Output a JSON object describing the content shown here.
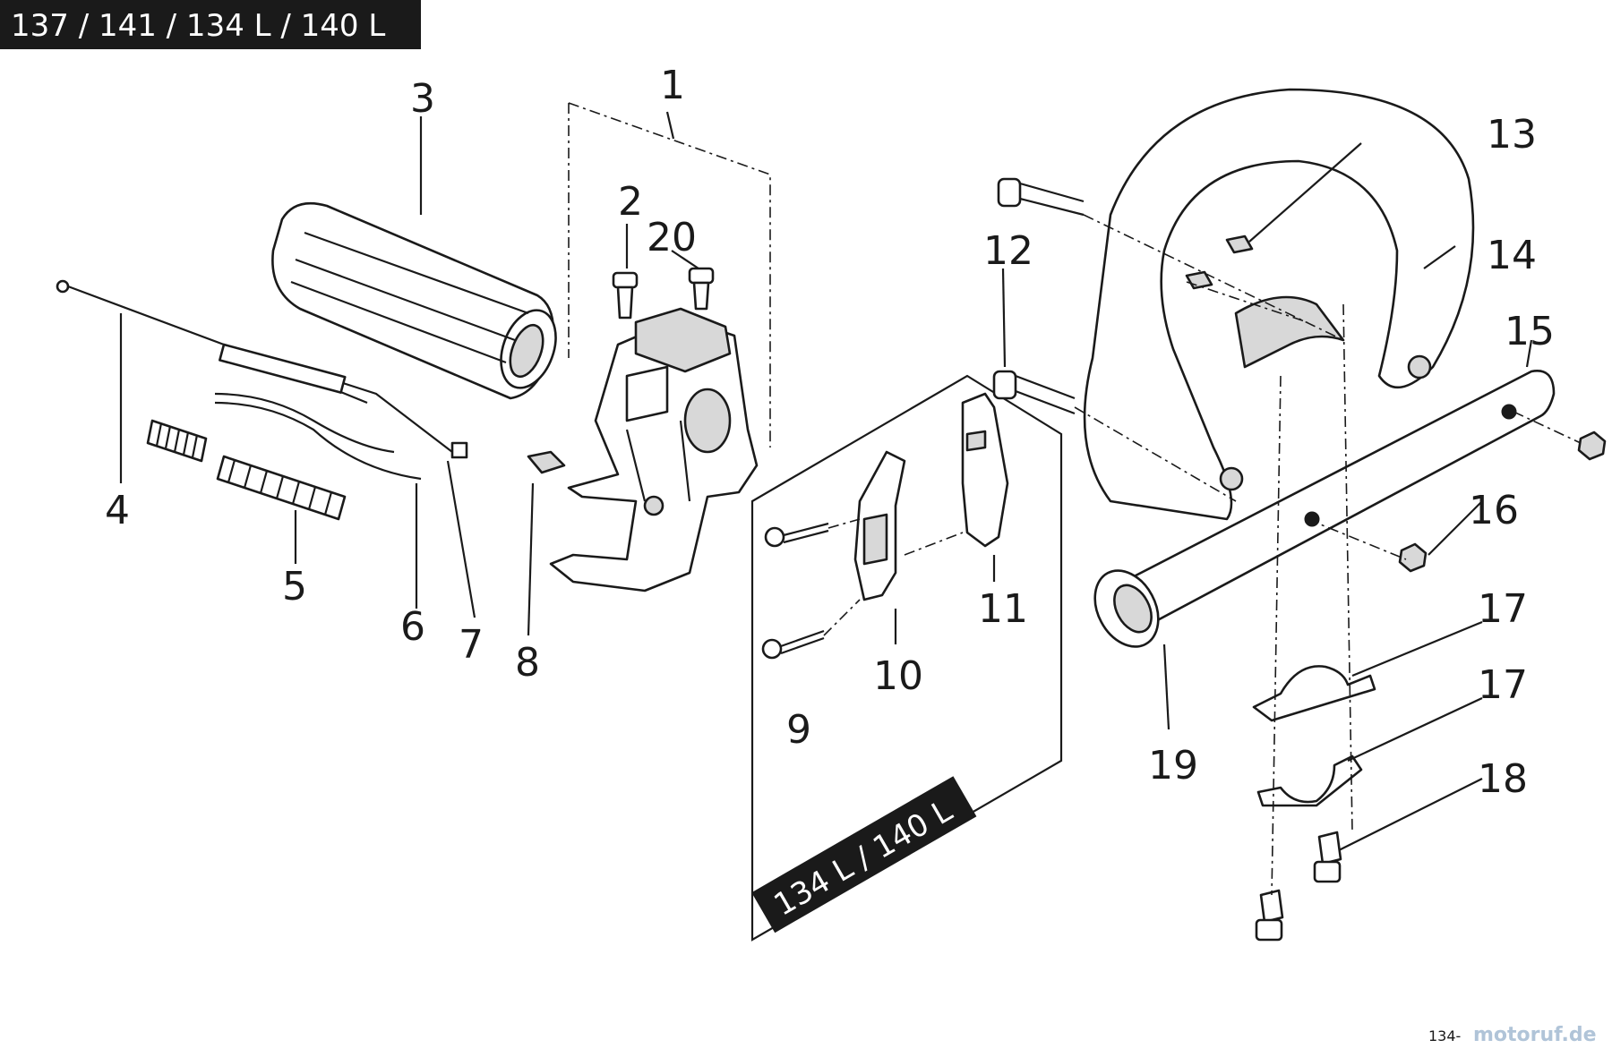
{
  "header": {
    "model_badge": "137 / 141 / 134 L / 140 L"
  },
  "inset": {
    "model_badge": "134 L / 140 L"
  },
  "callouts": {
    "c1": "1",
    "c2": "2",
    "c3": "3",
    "c4": "4",
    "c5": "5",
    "c6": "6",
    "c7": "7",
    "c8": "8",
    "c9": "9",
    "c10": "10",
    "c11": "11",
    "c12": "12",
    "c13": "13",
    "c14": "14",
    "c15": "15",
    "c16": "16",
    "c17a": "17",
    "c17b": "17",
    "c18": "18",
    "c19": "19",
    "c20": "20"
  },
  "footer": {
    "code": "134-",
    "watermark": "motoruf.de"
  }
}
